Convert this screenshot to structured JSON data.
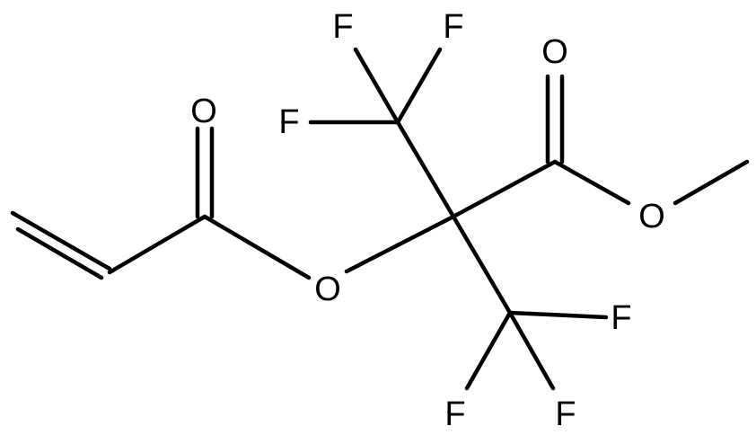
{
  "molecule": {
    "atoms": [
      {
        "id": "O1",
        "label": "O"
      },
      {
        "id": "O2",
        "label": "O"
      },
      {
        "id": "O3",
        "label": "O"
      },
      {
        "id": "O4",
        "label": "O"
      },
      {
        "id": "F1",
        "label": "F"
      },
      {
        "id": "F2",
        "label": "F"
      },
      {
        "id": "F3",
        "label": "F"
      },
      {
        "id": "F4",
        "label": "F"
      },
      {
        "id": "F5",
        "label": "F"
      },
      {
        "id": "F6",
        "label": "F"
      }
    ]
  }
}
